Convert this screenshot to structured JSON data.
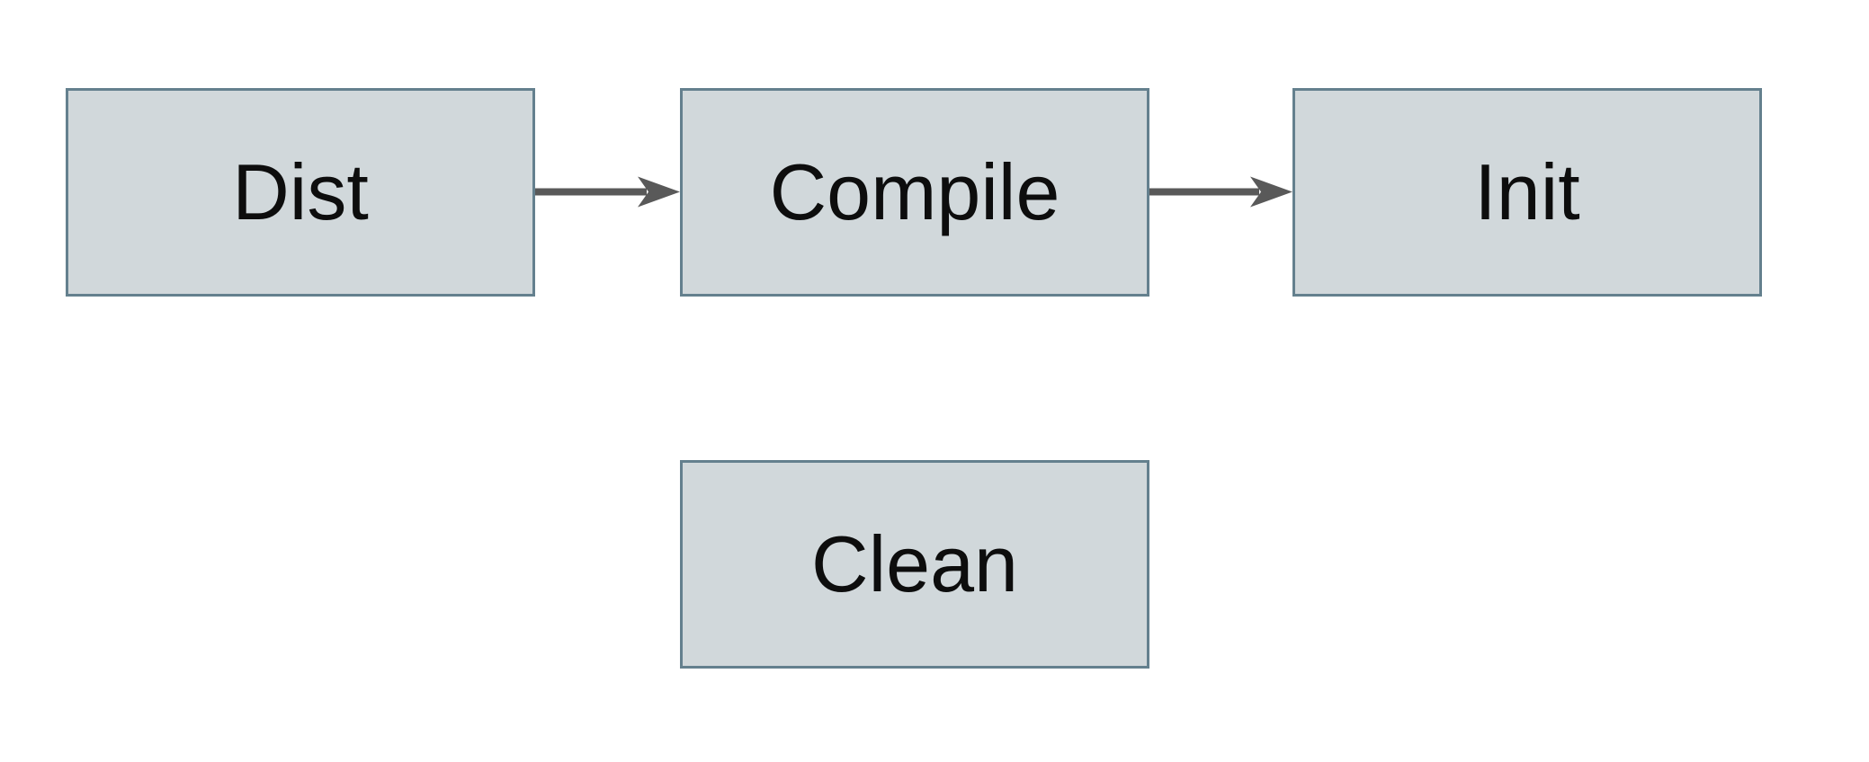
{
  "diagram": {
    "nodes": [
      {
        "id": "dist",
        "label": "Dist"
      },
      {
        "id": "compile",
        "label": "Compile"
      },
      {
        "id": "init",
        "label": "Init"
      },
      {
        "id": "clean",
        "label": "Clean"
      }
    ],
    "edges": [
      {
        "from": "Dist",
        "to": "Compile",
        "style": "solid-arrow"
      },
      {
        "from": "Compile",
        "to": "Init",
        "style": "solid-arrow"
      }
    ]
  },
  "colors": {
    "background": "#ffffff",
    "node_fill": "#d1d8db",
    "node_border": "#64808e",
    "node_text": "#0d0d0d",
    "arrow": "#595959"
  }
}
